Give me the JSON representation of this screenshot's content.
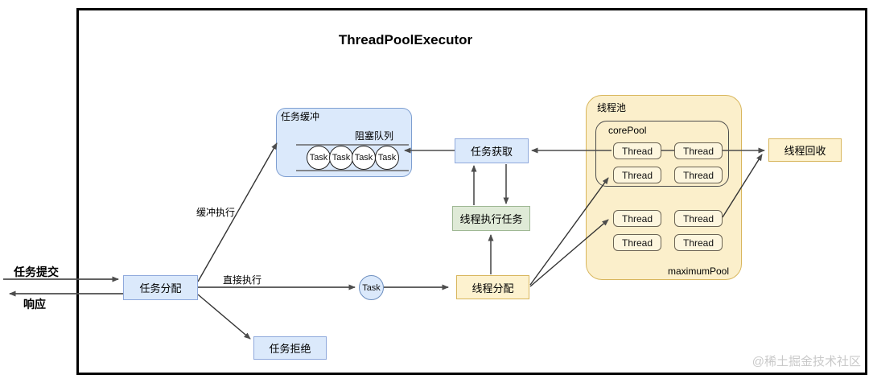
{
  "title": "ThreadPoolExecutor",
  "watermark": "@稀土掘金技术社区",
  "left_flow": {
    "submit_label": "任务提交",
    "response_label": "响应"
  },
  "nodes": {
    "task_dispatch": "任务分配",
    "task_buffer": "任务缓冲",
    "blocking_queue": "阻塞队列",
    "task": "Task",
    "task_fetch": "任务获取",
    "thread_execute": "线程执行任务",
    "thread_dispatch": "线程分配",
    "task_reject": "任务拒绝",
    "thread_pool": "线程池",
    "core_pool": "corePool",
    "maximum_pool": "maximumPool",
    "thread": "Thread",
    "thread_recycle": "线程回收"
  },
  "edge_labels": {
    "buffered_exec": "缓冲执行",
    "direct_exec": "直接执行"
  },
  "colors": {
    "box_blue_fill": "#dbe9fb",
    "box_blue_border": "#8fa9dc",
    "box_green_fill": "#dfead7",
    "box_green_border": "#9fb894",
    "box_yellow_fill": "#fdf2cf",
    "box_yellow_border": "#d8b65c",
    "pool_fill": "#fbefcb",
    "thread_fill": "#fdf6de",
    "line": "#4d4d4d",
    "frame": "#000000",
    "watermark": "#c9c9c9"
  }
}
